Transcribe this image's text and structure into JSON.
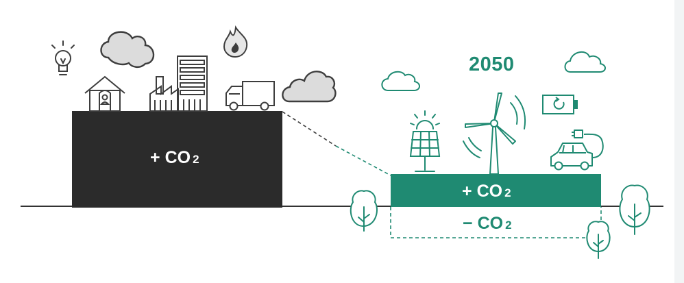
{
  "year_label": "2050",
  "emissions_block": {
    "sign": "+",
    "label": "CO",
    "subscript": "2"
  },
  "future_positive": {
    "sign": "+",
    "label": "CO",
    "subscript": "2"
  },
  "future_negative": {
    "sign": "−",
    "label": "CO",
    "subscript": "2"
  },
  "colors": {
    "emissions": "#2b2b2b",
    "green": "#1f8a72",
    "outline": "#3d3d3d",
    "ground": "#333333"
  },
  "icons": [
    "lightbulb-icon",
    "cloud-icon",
    "flame-icon",
    "house-icon",
    "factory-icon",
    "office-building-icon",
    "truck-icon",
    "solar-panel-icon",
    "wind-turbine-icon",
    "battery-icon",
    "electric-car-icon",
    "tree-icon"
  ]
}
